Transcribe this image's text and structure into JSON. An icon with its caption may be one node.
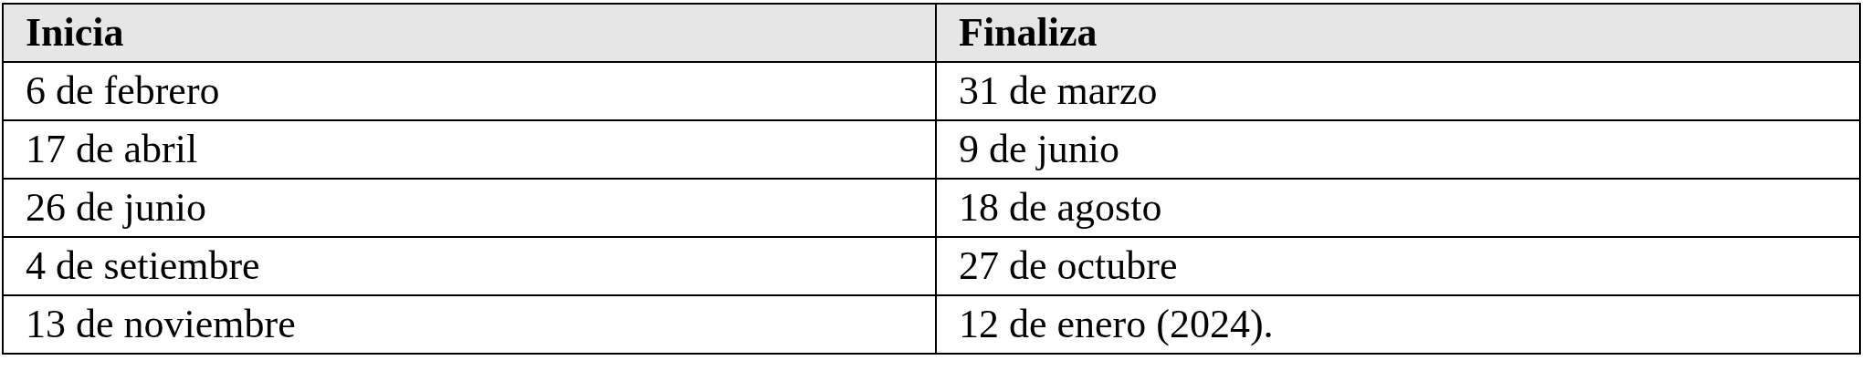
{
  "diagram": {
    "labels": [
      "Inicia",
      "Finaliza",
      "6 de febrero",
      "31 de marzo",
      "17 de abril",
      "9 de junio",
      "26 de junio",
      "18 de agosto",
      "4 de setiembre",
      "27 de octubre",
      "13 de noviembre",
      "12 de enero (2024)."
    ]
  }
}
